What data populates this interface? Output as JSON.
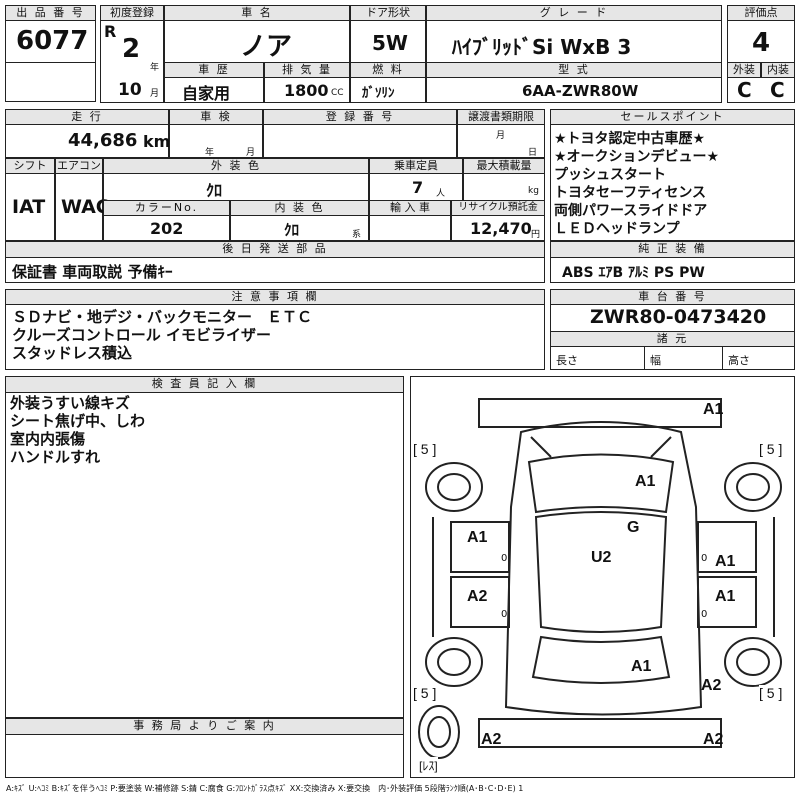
{
  "lot": {
    "label": "出 品 番 号",
    "value": "6077"
  },
  "first_reg": {
    "label": "初度登録",
    "era": "R",
    "year": "2",
    "year_unit": "年",
    "month": "10",
    "month_unit": "月"
  },
  "car_name": {
    "label": "車 名",
    "value": "ノア"
  },
  "door": {
    "label": "ドア形状",
    "value": "5W"
  },
  "grade": {
    "label": "グ レ ー ド",
    "value": "ﾊｲﾌﾞﾘｯﾄﾞSi WxB 3"
  },
  "score": {
    "label": "評価点",
    "value": "4",
    "ext_label": "外装",
    "int_label": "内装",
    "ext": "C",
    "int": "C"
  },
  "history": {
    "label": "車 歴",
    "value": "自家用"
  },
  "displacement": {
    "label": "排 気 量",
    "value": "1800",
    "unit": "CC"
  },
  "fuel": {
    "label": "燃 料",
    "value": "ｶﾞｿﾘﾝ"
  },
  "model": {
    "label": "型 式",
    "value": "6AA-ZWR80W"
  },
  "mileage": {
    "label": "走 行",
    "value": "44,686",
    "unit": "km"
  },
  "inspection": {
    "label": "車 検",
    "year_unit": "年",
    "month_unit": "月"
  },
  "reg_no": {
    "label": "登 録 番 号"
  },
  "transfer": {
    "label": "譲渡書類期限",
    "month_unit": "月",
    "day_unit": "日"
  },
  "shift": {
    "label": "シフト",
    "value": "IAT"
  },
  "ac": {
    "label": "エアコン",
    "value": "WAC"
  },
  "ext_color": {
    "label": "外 装 色",
    "value": "ｸﾛ"
  },
  "capacity": {
    "label": "乗車定員",
    "value": "7",
    "unit": "人"
  },
  "max_load": {
    "label": "最大積載量",
    "unit": "kg"
  },
  "color_no": {
    "label": "カラーNo.",
    "value": "202"
  },
  "int_color": {
    "label": "内 装 色",
    "value": "ｸﾛ",
    "unit": "系"
  },
  "import": {
    "label": "輸 入 車"
  },
  "recycle": {
    "label": "リサイクル預託金",
    "value": "12,470",
    "unit": "円"
  },
  "later": {
    "label": "後 日 発 送 部 品",
    "value": "保証書 車両取説 予備ｷｰ"
  },
  "sales_points": {
    "label": "セールスポイント",
    "items": [
      "★トヨタ認定中古車歴★",
      "★オークションデビュー★",
      "プッシュスタート",
      "トヨタセーフティセンス",
      "両側パワースライドドア",
      "ＬＥＤヘッドランプ"
    ]
  },
  "equipment": {
    "label": "純 正 装 備",
    "value": "ABS ｴｱB ｱﾙﾐ PS PW"
  },
  "notes": {
    "label": "注 意 事 項 欄",
    "lines": [
      "ＳＤナビ・地デジ・バックモニター　ＥＴＣ",
      "クルーズコントロール イモビライザー",
      "スタッドレス積込"
    ]
  },
  "chassis": {
    "label": "車 台 番 号",
    "value": "ZWR80-0473420",
    "dims_label": "諸 元",
    "length": "長さ",
    "width": "幅",
    "height": "高さ"
  },
  "inspector": {
    "label": "検 査 員 記 入 欄",
    "lines": [
      "外装うすい線キズ",
      "シート焦げ中、しわ",
      "室内内張傷",
      "ハンドルすれ"
    ]
  },
  "office": {
    "label": "事 務 局 よ り ご 案 内"
  },
  "legend": "A:ｷｽﾞ U:ﾍｺﾐ B:ｷｽﾞを伴うﾍｺﾐ P:要塗装 W:補修跡 S:錆 C:腐食 G:ﾌﾛﾝﾄｶﾞﾗｽ点ｷｽﾞ XX:交換済み X:要交換　内･外装評価 5段階ﾗﾝｸ順(A･B･C･D･E) 1",
  "diagram": {
    "marks": {
      "front_bumper": "A1",
      "hood": "A1",
      "windshield": "G",
      "roof": "U2",
      "left_front_door": "A1",
      "left_rear_door": "A2",
      "right_front_door": "A1",
      "right_rear_door": "A1",
      "rear_glass": "A1",
      "rear_right_quarter": "A2",
      "rear_bumper_left": "A2",
      "rear_bumper_right": "A2"
    },
    "zeros": [
      "0",
      "0",
      "0",
      "0"
    ],
    "tires": [
      "[ 5 ]",
      "[ 5 ]",
      "[ 5 ]",
      "[ 5 ]"
    ],
    "spare": "[ﾚｽ]"
  }
}
